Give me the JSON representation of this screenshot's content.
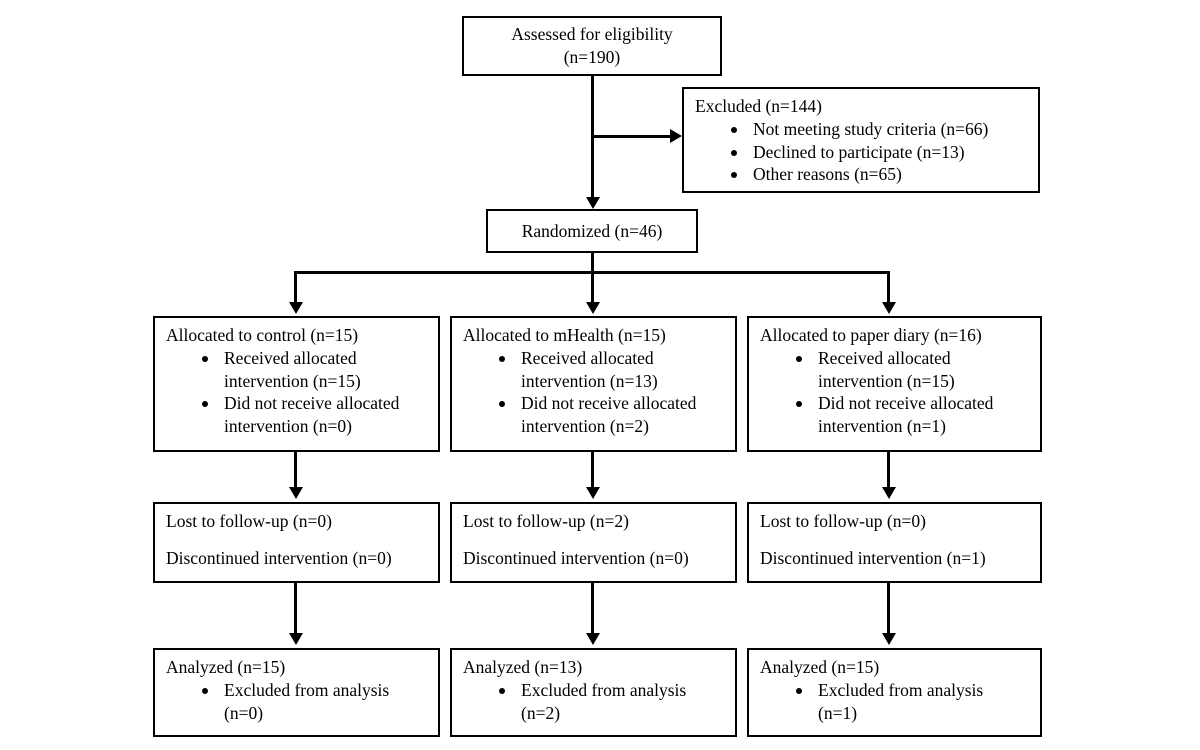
{
  "diagram": {
    "type": "consort-flow-diagram",
    "enrollment": {
      "assessed": {
        "line1": "Assessed for eligibility",
        "line2": "(n=190)"
      },
      "excluded": {
        "header": "Excluded (n=144)",
        "reasons": [
          "Not meeting study criteria (n=66)",
          "Declined to participate (n=13)",
          "Other reasons (n=65)"
        ]
      },
      "randomized": {
        "label": "Randomized (n=46)"
      }
    },
    "arms": [
      {
        "id": "control",
        "allocation": {
          "header": "Allocated to control (n=15)",
          "items": [
            {
              "line1": "Received allocated",
              "line2": "intervention (n=15)"
            },
            {
              "line1": "Did not receive allocated",
              "line2": "intervention (n=0)"
            }
          ]
        },
        "followup": {
          "lost": "Lost to follow-up (n=0)",
          "discontinued": "Discontinued intervention (n=0)"
        },
        "analysis": {
          "header": "Analyzed (n=15)",
          "items": [
            {
              "line1": "Excluded from analysis",
              "line2": "(n=0)"
            }
          ]
        }
      },
      {
        "id": "mhealth",
        "allocation": {
          "header": "Allocated to mHealth (n=15)",
          "items": [
            {
              "line1": "Received allocated",
              "line2": "intervention (n=13)"
            },
            {
              "line1": "Did not receive allocated",
              "line2": "intervention (n=2)"
            }
          ]
        },
        "followup": {
          "lost": "Lost to follow-up (n=2)",
          "discontinued": "Discontinued intervention (n=0)"
        },
        "analysis": {
          "header": "Analyzed (n=13)",
          "items": [
            {
              "line1": "Excluded from analysis",
              "line2": "(n=2)"
            }
          ]
        }
      },
      {
        "id": "paper-diary",
        "allocation": {
          "header": "Allocated to paper diary (n=16)",
          "items": [
            {
              "line1": "Received allocated",
              "line2": "intervention (n=15)"
            },
            {
              "line1": "Did not receive allocated",
              "line2": "intervention (n=1)"
            }
          ]
        },
        "followup": {
          "lost": "Lost to follow-up (n=0)",
          "discontinued": "Discontinued intervention (n=1)"
        },
        "analysis": {
          "header": "Analyzed (n=15)",
          "items": [
            {
              "line1": "Excluded from analysis",
              "line2": "(n=1)"
            }
          ]
        }
      }
    ],
    "colors": {
      "stroke": "#000000",
      "background": "#ffffff",
      "text": "#000000"
    }
  }
}
